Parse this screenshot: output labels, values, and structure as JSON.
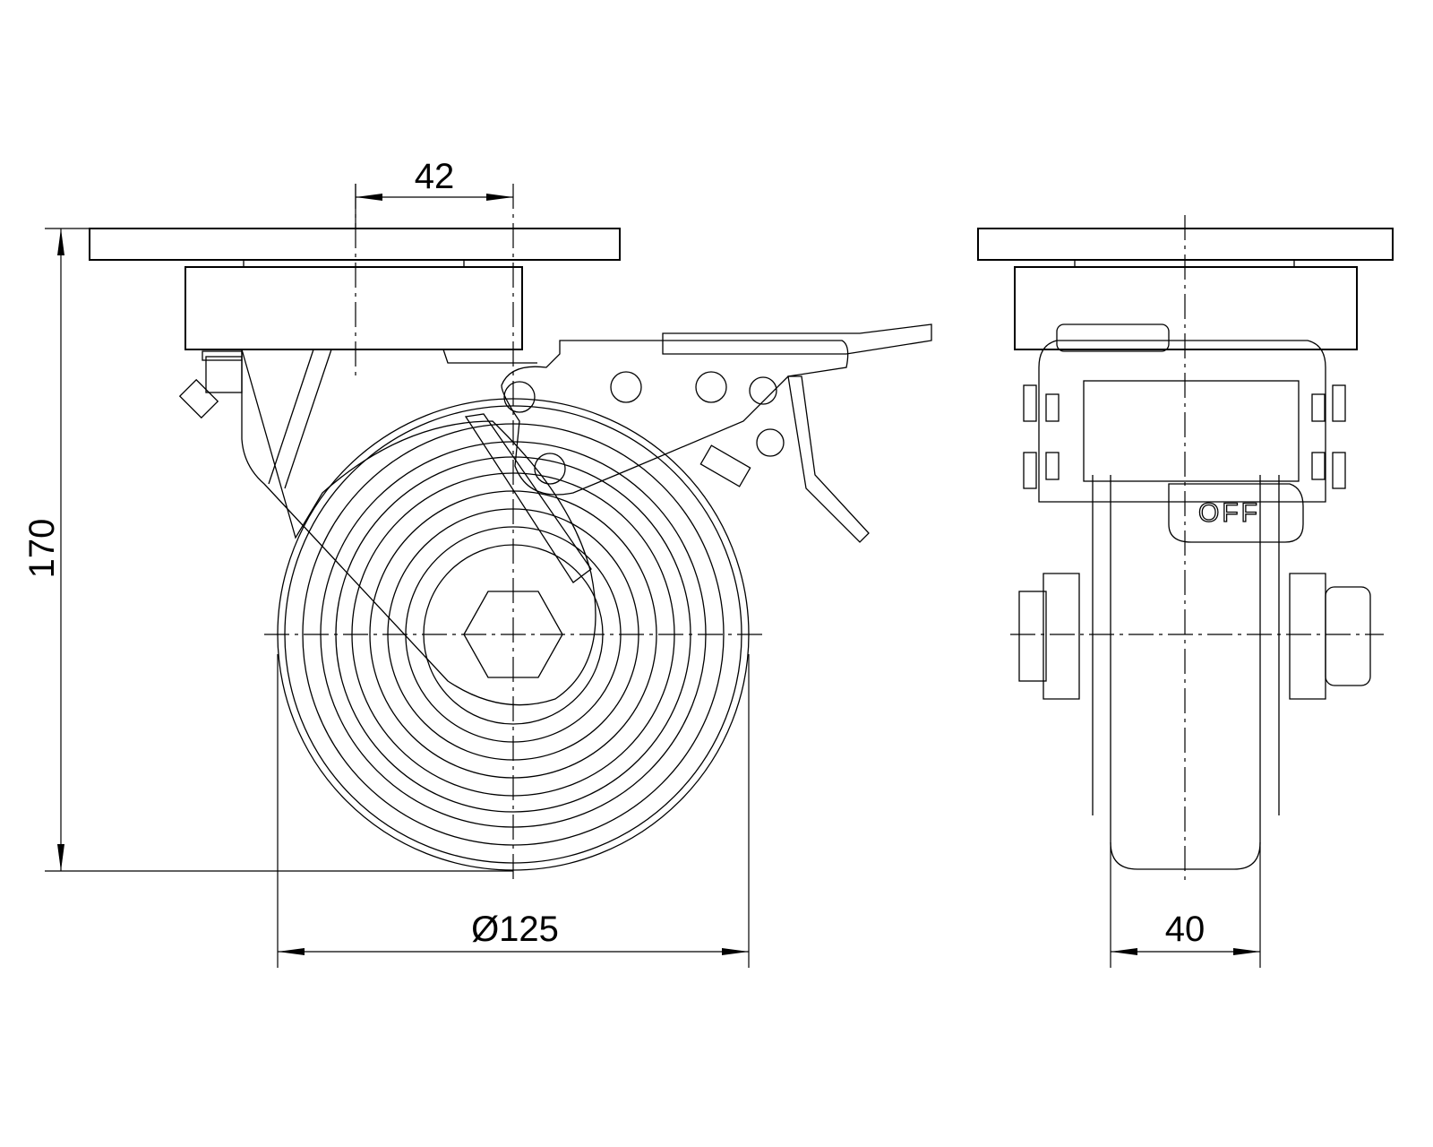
{
  "drawing": {
    "dimensions": {
      "offset": "42",
      "height": "170",
      "wheel_diameter": "Ø125",
      "wheel_width": "40"
    },
    "brake_label": "OFF"
  }
}
